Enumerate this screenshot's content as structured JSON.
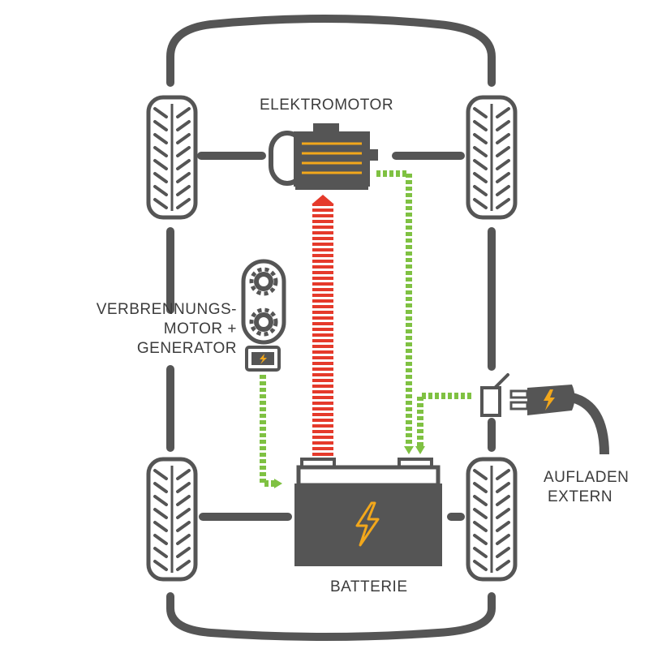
{
  "labels": {
    "motor": "ELEKTROMOTOR",
    "engine_line1": "VERBRENNUNGS-",
    "engine_line2": "MOTOR +",
    "engine_line3": "GENERATOR",
    "battery": "BATTERIE",
    "charge_line1": "AUFLADEN",
    "charge_line2": "EXTERN"
  },
  "colors": {
    "frame": "#555555",
    "accent": "#f2a71b",
    "electric_flow": "#e53a2b",
    "charge_flow": "#7fc142"
  },
  "icons": {
    "motor": "electric-motor-icon",
    "engine": "combustion-engine-generator-icon",
    "battery": "battery-icon",
    "plug": "charging-plug-icon",
    "wheel": "tire-icon"
  }
}
